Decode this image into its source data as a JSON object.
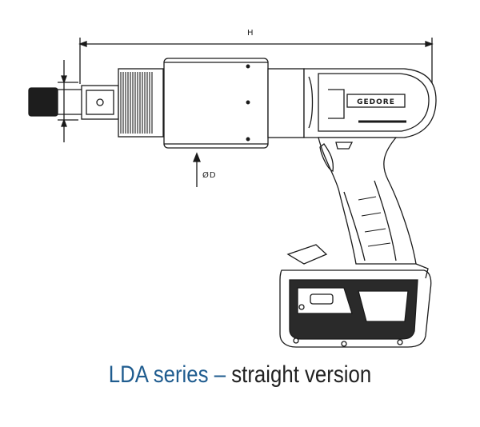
{
  "diagram": {
    "height_dimension_label": "H",
    "diameter_label": "ØD",
    "brand_logo_text": "GEDORE",
    "caption": {
      "series": "LDA series",
      "separator": "–",
      "version": "straight version"
    },
    "colors": {
      "caption_blue": "#1f5c8f",
      "line": "#1a1a1a",
      "battery_dark": "#2a2a2a"
    }
  }
}
